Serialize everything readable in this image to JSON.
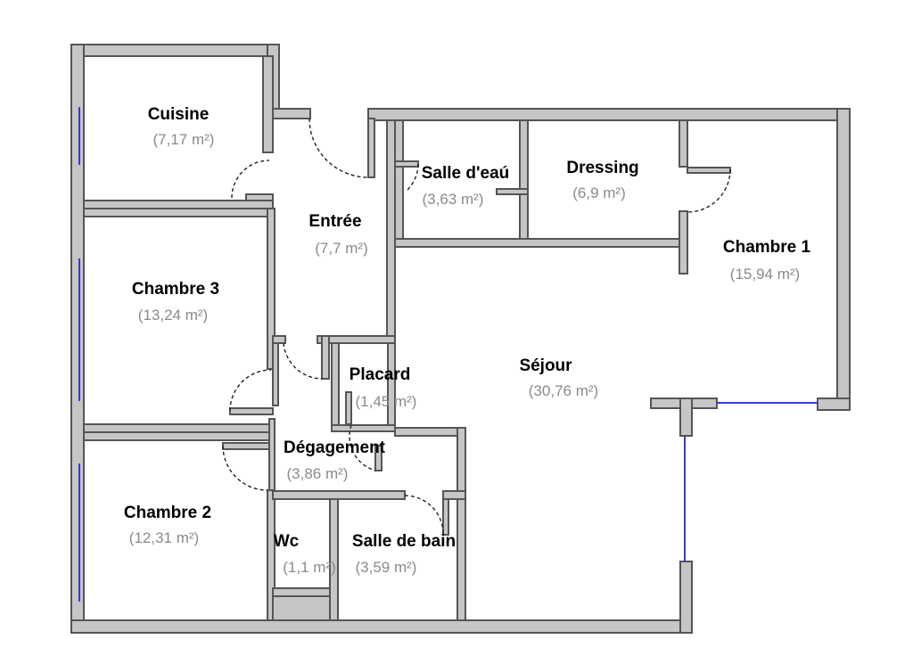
{
  "colors": {
    "wall_fill": "#c6c6c6",
    "wall_edge": "#555555",
    "window": "#3a3ad0",
    "room_name": "#000000",
    "room_area": "#8a8a8a",
    "background": "#ffffff"
  },
  "rooms": {
    "cuisine": {
      "name": "Cuisine",
      "area": "(7,17 m²)"
    },
    "entree": {
      "name": "Entrée",
      "area": "(7,7 m²)"
    },
    "salle_eau": {
      "name": "Salle d'eaú",
      "area": "(3,63 m²)"
    },
    "dressing": {
      "name": "Dressing",
      "area": "(6,9 m²)"
    },
    "chambre1": {
      "name": "Chambre 1",
      "area": "(15,94 m²)"
    },
    "chambre3": {
      "name": "Chambre 3",
      "area": "(13,24 m²)"
    },
    "placard": {
      "name": "Placard",
      "area": "(1,45 m²)"
    },
    "sejour": {
      "name": "Séjour",
      "area": "(30,76 m²)"
    },
    "degagement": {
      "name": "Dégagement",
      "area": "(3,86 m²)"
    },
    "chambre2": {
      "name": "Chambre 2",
      "area": "(12,31 m²)"
    },
    "wc": {
      "name": "Wc",
      "area": "(1,1 m²)"
    },
    "salle_bain": {
      "name": "Salle de bain",
      "area": "(3,59 m²)"
    }
  }
}
